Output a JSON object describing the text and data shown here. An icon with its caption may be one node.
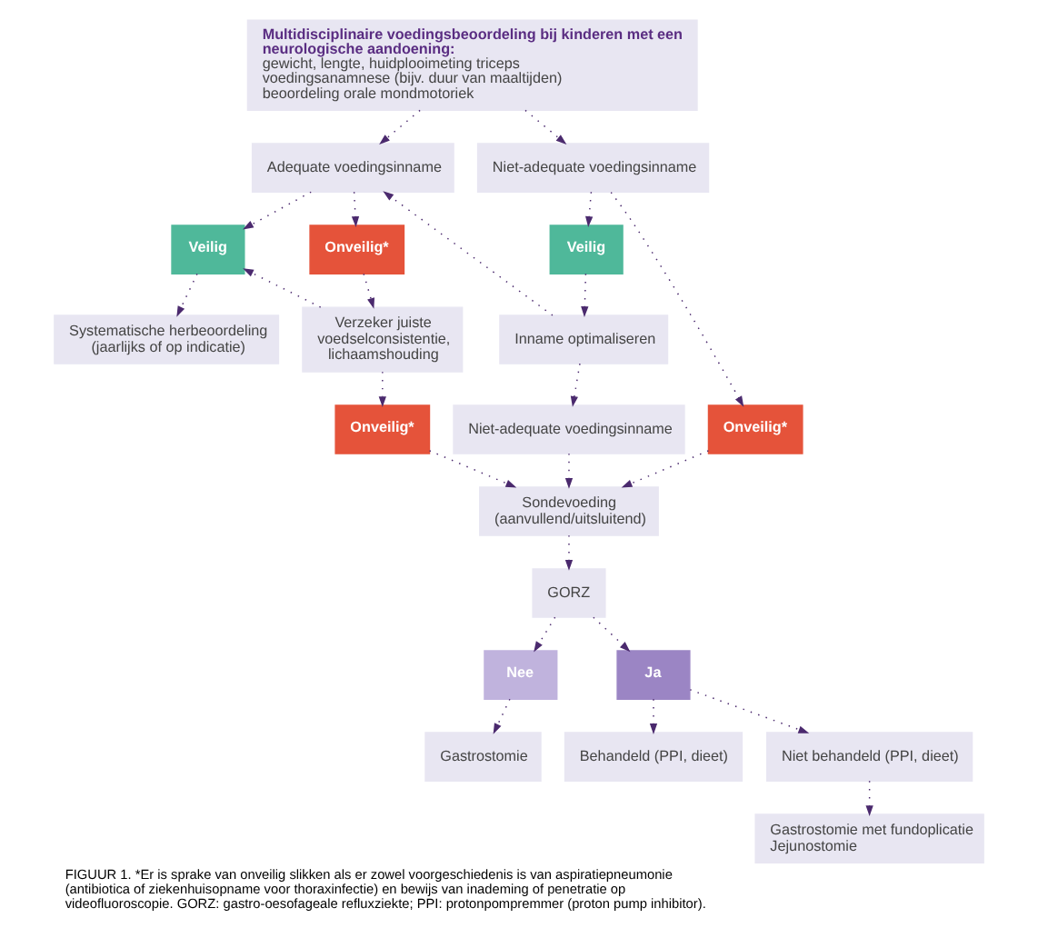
{
  "diagram": {
    "caption": "FIGUUR 1. *Er is sprake van onveilig slikken als er zowel voorgeschiedenis is van aspiratiepneumonie (antibiotica of ziekenhuisopname voor thoraxinfectie) en bewijs van inademing of penetratie op videofluoroscopie. GORZ: gastro-oesofageale refluxziekte; PPI: protonpompremmer (proton pump inhibitor).",
    "nodes": [
      {
        "text": [
          "Multidisciplinaire voedingsbeoordeling bij kinderen met een neurologische aandoening:",
          "gewicht, lengte, huidplooimeting triceps",
          "voedingsanamnese (bijv. duur van maaltijden)",
          "beoordeling orale mondmotoriek"
        ]
      },
      {
        "text": [
          "Adequate voedingsinname"
        ]
      },
      {
        "text": [
          "Niet-adequate voedingsinname"
        ]
      },
      {
        "text": [
          "Veilig"
        ]
      },
      {
        "text": [
          "Onveilig*"
        ]
      },
      {
        "text": [
          "Veilig"
        ]
      },
      {
        "text": [
          "Onveilig*"
        ]
      },
      {
        "text": [
          "Systematische herbeoordeling (jaarlijks of op indicatie)"
        ]
      },
      {
        "text": [
          "Verzeker juiste voedselconsistentie, lichaamshouding"
        ]
      },
      {
        "text": [
          "Inname optimaliseren"
        ]
      },
      {
        "text": [
          "Niet-adequate voedingsinname"
        ]
      },
      {
        "text": [
          "Onveilig*"
        ]
      },
      {
        "text": [
          "Sondevoeding (aanvullend/uitsluitend)"
        ]
      },
      {
        "text": [
          "GORZ"
        ]
      },
      {
        "text": [
          "Nee"
        ]
      },
      {
        "text": [
          "Ja"
        ]
      },
      {
        "text": [
          "Gastrostomie"
        ]
      },
      {
        "text": [
          "Behandeld (PPI, dieet)"
        ]
      },
      {
        "text": [
          "Niet behandeld (PPI, dieet)"
        ]
      },
      {
        "text": [
          "Gastrostomie met fundoplicatie",
          "Jejunostomie"
        ]
      }
    ],
    "edges": [
      {
        "from": 0,
        "to": 1,
        "arrow": "to"
      },
      {
        "from": 0,
        "to": 2,
        "arrow": "to"
      },
      {
        "from": 1,
        "to": 3,
        "arrow": "to"
      },
      {
        "from": 1,
        "to": 4,
        "arrow": "to"
      },
      {
        "from": 3,
        "to": 7,
        "arrow": "to"
      },
      {
        "from": 4,
        "to": 8,
        "arrow": "to"
      },
      {
        "from": 8,
        "to": 3,
        "arrow": "to"
      },
      {
        "from": 8,
        "to": 11,
        "arrow": "to"
      },
      {
        "from": 2,
        "to": 5,
        "arrow": "to"
      },
      {
        "from": 2,
        "to": 6,
        "arrow": "to"
      },
      {
        "from": 5,
        "to": 9,
        "arrow": "to"
      },
      {
        "from": 9,
        "to": 1,
        "arrow": "to"
      },
      {
        "from": 9,
        "to": 10,
        "arrow": "to"
      },
      {
        "from": 10,
        "to": 12,
        "arrow": "to"
      },
      {
        "from": 11,
        "to": 12,
        "arrow": "to"
      },
      {
        "from": 6,
        "to": 12,
        "arrow": "to"
      },
      {
        "from": 12,
        "to": 13,
        "arrow": "to"
      },
      {
        "from": 13,
        "to": 14,
        "arrow": "to"
      },
      {
        "from": 13,
        "to": 15,
        "arrow": "to"
      },
      {
        "from": 14,
        "to": 16,
        "arrow": "to"
      },
      {
        "from": 15,
        "to": 17,
        "arrow": "to"
      },
      {
        "from": 15,
        "to": 18,
        "arrow": "to"
      },
      {
        "from": 18,
        "to": 19,
        "arrow": "to"
      }
    ]
  }
}
